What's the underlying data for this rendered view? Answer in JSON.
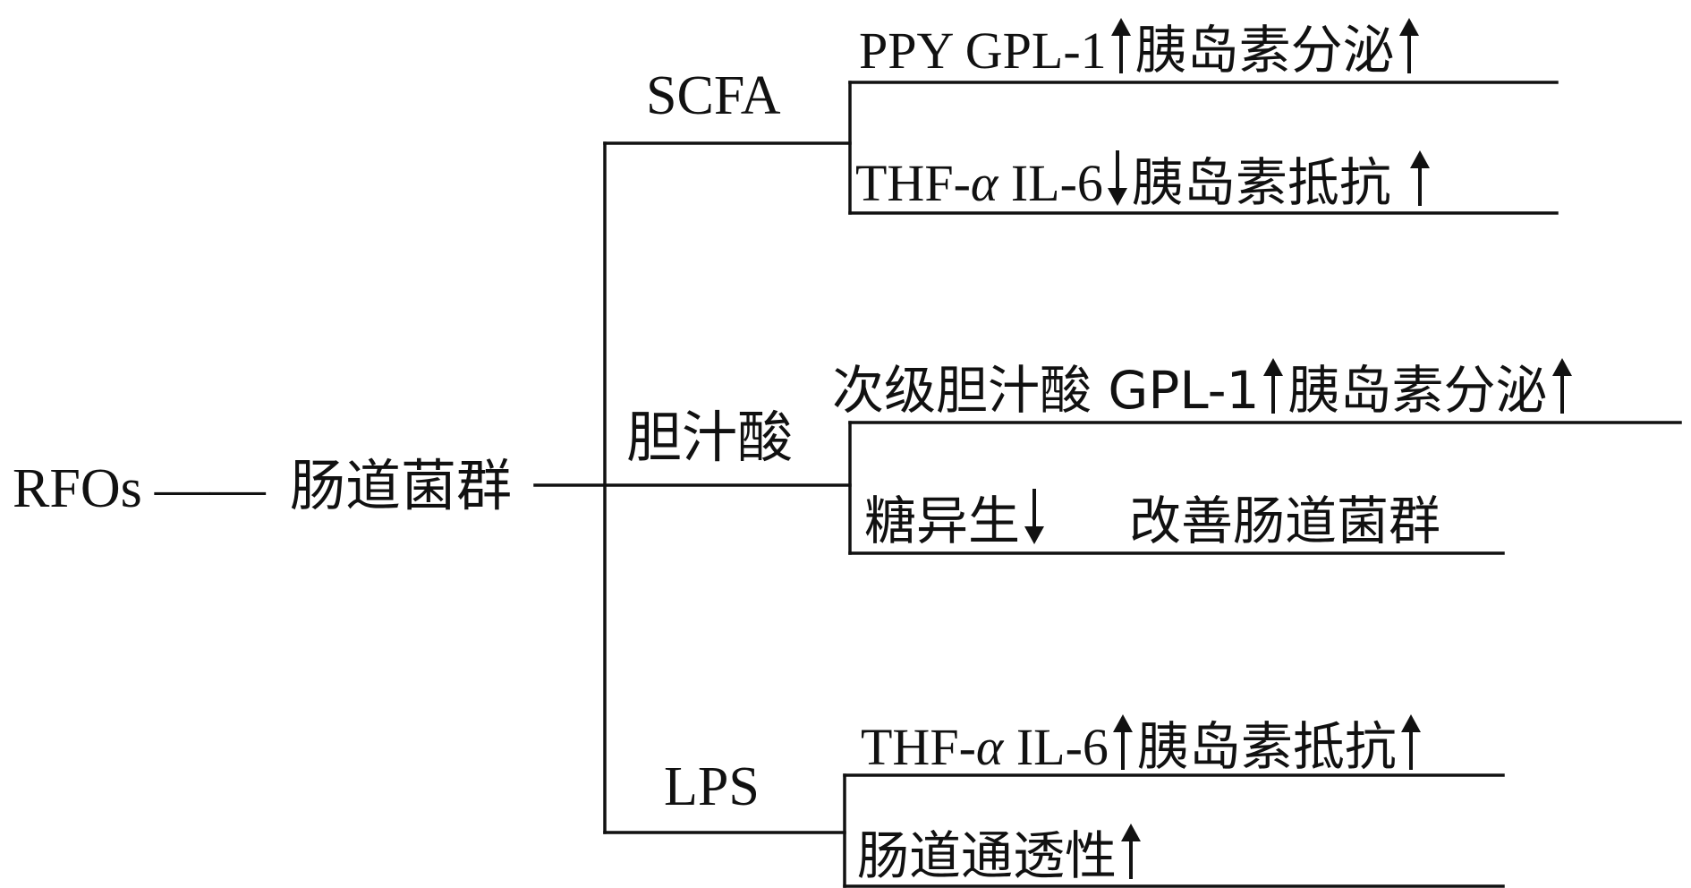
{
  "root": {
    "label": "RFOs",
    "connector": "——"
  },
  "hub": {
    "label": "肠道菌群"
  },
  "branches": [
    {
      "label": "SCFA",
      "lines": [
        {
          "a": "PPY GPL-1",
          "a_dir": "up",
          "b": "胰岛素分泌",
          "b_dir": "up"
        },
        {
          "a_pre": "THF-",
          "a_greek": "α",
          "a_post": " IL-6",
          "a_dir": "down",
          "b": "胰岛素抵抗",
          "b_dir": "up"
        }
      ]
    },
    {
      "label": "胆汁酸",
      "lines": [
        {
          "a": "次级胆汁酸 GPL-1",
          "a_dir": "up",
          "b": "胰岛素分泌",
          "b_dir": "up"
        },
        {
          "a": "糖异生",
          "a_dir": "down",
          "b": "改善肠道菌群"
        }
      ]
    },
    {
      "label": "LPS",
      "lines": [
        {
          "a_pre": "THF-",
          "a_greek": "α",
          "a_post": " IL-6",
          "a_dir": "up",
          "b": "胰岛素抵抗",
          "b_dir": "up"
        },
        {
          "a": "肠道通透性",
          "a_dir": "up"
        }
      ]
    }
  ],
  "colors": {
    "ink": "#111111",
    "background": "#ffffff"
  },
  "icons": {
    "up": "up-arrow-icon",
    "down": "down-arrow-icon"
  }
}
